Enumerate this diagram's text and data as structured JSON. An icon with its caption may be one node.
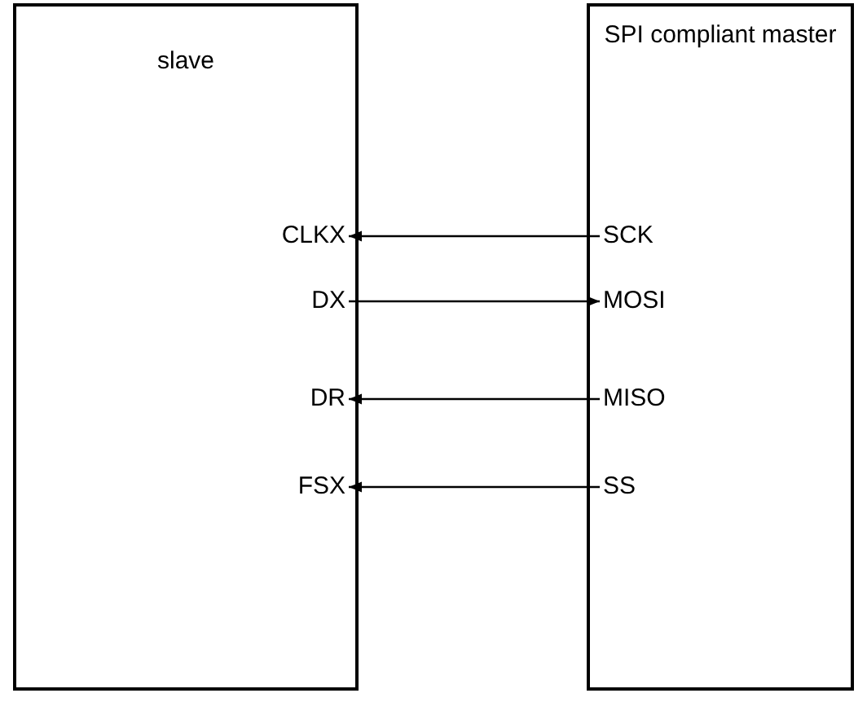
{
  "diagram": {
    "nodes": [
      {
        "text": [
          "slave"
        ]
      },
      {
        "text": [
          "CLKX"
        ],
        "in": 0
      },
      {
        "text": [
          "DX"
        ],
        "in": 0
      },
      {
        "text": [
          "DR"
        ],
        "in": 0
      },
      {
        "text": [
          "FSX"
        ],
        "in": 0
      },
      {
        "text": [
          "SPI compliant master"
        ]
      },
      {
        "text": [
          "SCK"
        ],
        "in": 5
      },
      {
        "text": [
          "MOSI"
        ],
        "in": 5
      },
      {
        "text": [
          "MISO"
        ],
        "in": 5
      },
      {
        "text": [
          "SS"
        ],
        "in": 5
      }
    ],
    "edges": [
      {
        "from": 6,
        "to": 1,
        "arrow": "to"
      },
      {
        "from": 2,
        "to": 7,
        "arrow": "to"
      },
      {
        "from": 8,
        "to": 3,
        "arrow": "to"
      },
      {
        "from": 9,
        "to": 4,
        "arrow": "to"
      }
    ]
  }
}
